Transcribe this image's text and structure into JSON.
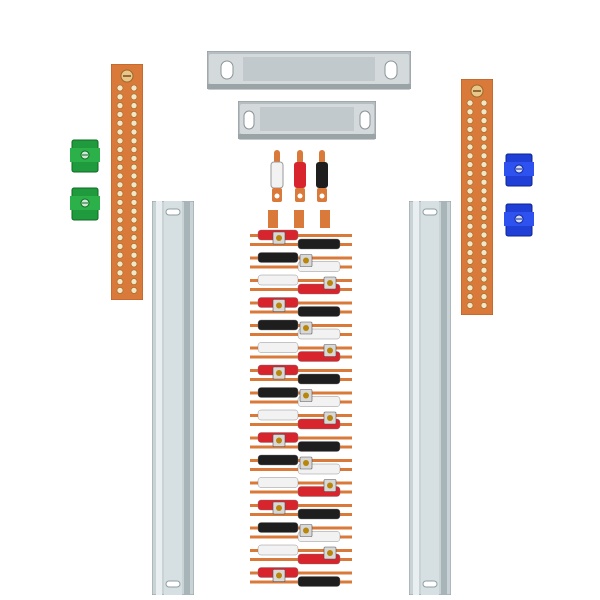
{
  "scene": {
    "colors": {
      "background": "#ffffff",
      "copper": "#d9793a",
      "copper_dark": "#b45a22",
      "screw": "#f1e7c6",
      "rail": "#c9d3d6",
      "rail_dark": "#8f9ea3",
      "rail_light": "#e9eef0",
      "terminal_green": "#1f9a3c",
      "terminal_blue": "#1f3fd6",
      "wire_red": "#d8242c",
      "wire_black": "#1e1e1e",
      "wire_white": "#f2f2f2"
    },
    "components": {
      "bus_bars": {
        "count": 2,
        "label": "copper-ground-bus-bar"
      },
      "ground_terminals": {
        "count": 2,
        "color": "green"
      },
      "neutral_terminals": {
        "count": 2,
        "color": "blue"
      },
      "mounting_brackets": {
        "count": 2
      },
      "din_rails": {
        "count": 2
      },
      "lugs": {
        "count": 3,
        "colors": [
          "white",
          "red",
          "black"
        ]
      },
      "busbar_assembly": {
        "rows": 16,
        "phases": [
          "red",
          "black",
          "white"
        ]
      }
    }
  }
}
